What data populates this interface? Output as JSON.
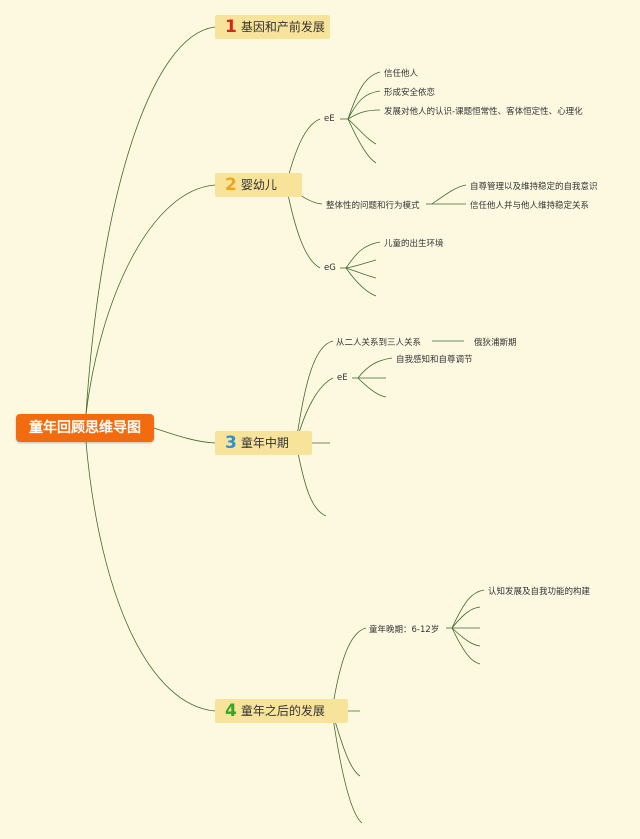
{
  "root": {
    "label": "童年回顾思维导图"
  },
  "branches": [
    {
      "num": "1",
      "num_color": "#d8251c",
      "label": "基因和产前发展"
    },
    {
      "num": "2",
      "num_color": "#f2a31b",
      "label": "婴幼儿",
      "children": {
        "eE": {
          "label": "eE",
          "items": [
            "信任他人",
            "形成安全依恋",
            "发展对他人的认识-课题恒常性、客体恒定性、心理化"
          ]
        },
        "pattern": {
          "label": "整体性的问题和行为模式",
          "items": [
            "自尊管理以及维持稳定的自我意识",
            "信任他人并与他人维持稳定关系"
          ]
        },
        "eG": {
          "label": "eG",
          "items": [
            "儿童的出生环境"
          ]
        }
      }
    },
    {
      "num": "3",
      "num_color": "#2d8fd6",
      "label": "童年中期",
      "children": {
        "relation": {
          "label": "从二人关系到三人关系",
          "item": "俄狄浦斯期"
        },
        "eE": {
          "label": "eE",
          "items": [
            "自我感知和自尊调节"
          ]
        }
      }
    },
    {
      "num": "4",
      "num_color": "#3aa32a",
      "label": "童年之后的发展",
      "children": {
        "late": {
          "label": "童年晚期：6-12岁",
          "items": [
            "认知发展及自我功能的构建"
          ]
        }
      }
    }
  ],
  "colors": {
    "background": "#fdf9e1",
    "root": "#f26b0f",
    "branch_fill": "#f7e49a",
    "line": "#3f6b2c"
  }
}
